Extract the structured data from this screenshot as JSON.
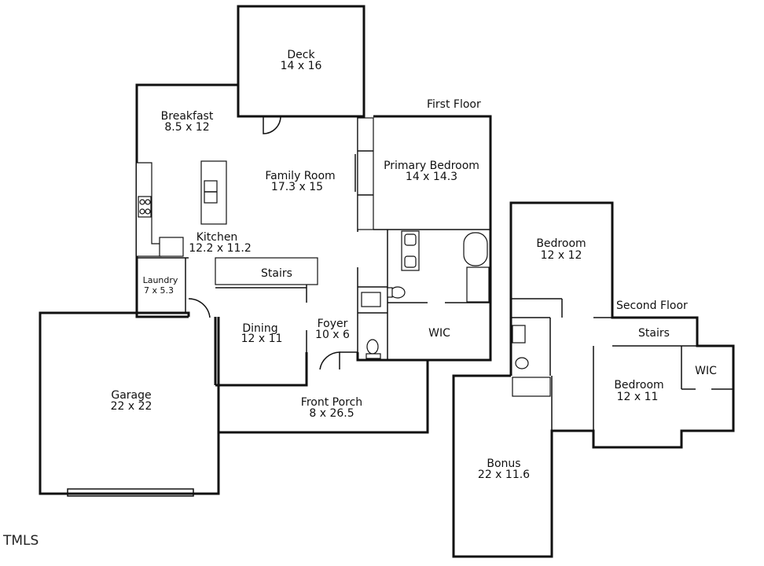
{
  "floor_labels": {
    "first": "First Floor",
    "second": "Second Floor"
  },
  "rooms": {
    "deck": {
      "name": "Deck",
      "dims": "14 x 16"
    },
    "breakfast": {
      "name": "Breakfast",
      "dims": "8.5 x 12"
    },
    "family": {
      "name": "Family Room",
      "dims": "17.3 x 15"
    },
    "primary": {
      "name": "Primary Bedroom",
      "dims": "14 x 14.3"
    },
    "kitchen": {
      "name": "Kitchen",
      "dims": "12.2 x 11.2"
    },
    "stairs1": {
      "name": "Stairs"
    },
    "laundry": {
      "name": "Laundry",
      "dims": "7 x 5.3"
    },
    "dining": {
      "name": "Dining",
      "dims": "12 x 11"
    },
    "foyer": {
      "name": "Foyer",
      "dims": "10 x 6"
    },
    "wic1": {
      "name": "WIC"
    },
    "garage": {
      "name": "Garage",
      "dims": "22 x 22"
    },
    "porch": {
      "name": "Front Porch",
      "dims": "8 x 26.5"
    },
    "bed2": {
      "name": "Bedroom",
      "dims": "12 x 12"
    },
    "stairs2": {
      "name": "Stairs"
    },
    "bed3": {
      "name": "Bedroom",
      "dims": "12 x 11"
    },
    "wic2": {
      "name": "WIC"
    },
    "bonus": {
      "name": "Bonus",
      "dims": "22 x 11.6"
    }
  },
  "logo": {
    "text": "TMLS"
  }
}
